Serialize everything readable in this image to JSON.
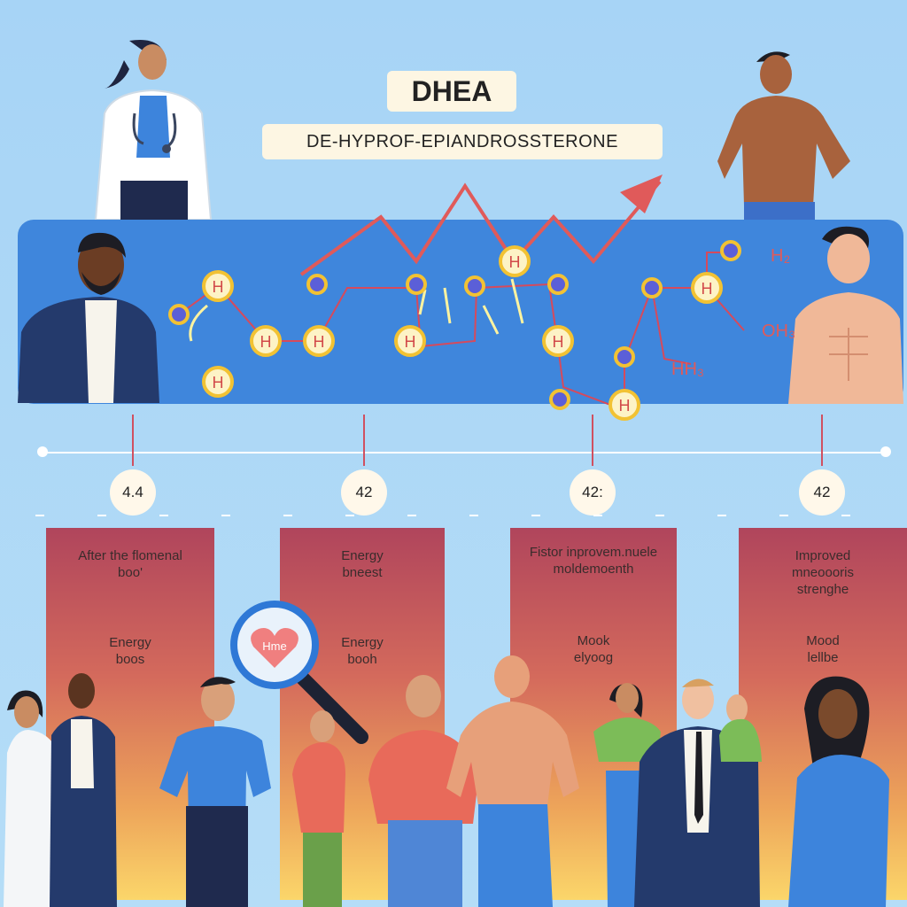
{
  "header": {
    "title": "DHEA",
    "subtitle": "DE-HYPROF-EPIANDROSSTERONE"
  },
  "molecule": {
    "atom_label": "H",
    "formula_labels": [
      "H₂",
      "OH₃",
      "HH₃"
    ]
  },
  "timeline": {
    "values": [
      "4.4",
      "42",
      "42:",
      "42"
    ]
  },
  "panels": [
    {
      "heading": "After the flomenal boo'",
      "sub": "Energy boos"
    },
    {
      "heading": "Energy bneest",
      "sub": "Energy booh"
    },
    {
      "heading": "Fistor inprovem.nuele moldemoenth",
      "sub": "Mook elyoog"
    },
    {
      "heading": "Improved mneoooris strenghe",
      "sub": "Mood lellbe"
    }
  ],
  "magnifier": {
    "label": "Hme"
  },
  "colors": {
    "background": "#a8d6f5",
    "band": "#3f86dc",
    "arrow": "#e05a5a",
    "panel_top": "#b0455c",
    "panel_bottom": "#fbd66a"
  }
}
